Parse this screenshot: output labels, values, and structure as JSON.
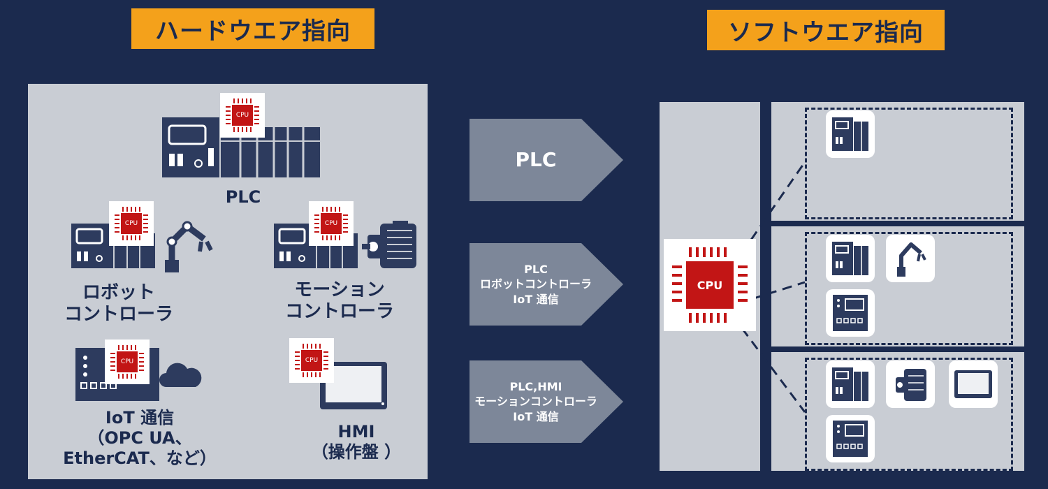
{
  "titles": {
    "hardware": "ハードウエア指向",
    "software": "ソフトウエア指向"
  },
  "chip_label": "CPU",
  "hardware_labels": {
    "plc": "PLC",
    "robot_line1": "ロボット",
    "robot_line2": "コントローラ",
    "motion_line1": "モーション",
    "motion_line2": "コントローラ",
    "iot_line1": "IoT 通信",
    "iot_line2": "（OPC UA、",
    "iot_line3": "EtherCAT、など）",
    "hmi_line1": "HMI",
    "hmi_line2": "（操作盤 ）"
  },
  "arrows": [
    {
      "lines": [
        "PLC"
      ]
    },
    {
      "lines": [
        "PLC",
        "ロボットコントローラ",
        "IoT 通信"
      ]
    },
    {
      "lines": [
        "PLC,HMI",
        "モーションコントローラ",
        "IoT 通信"
      ]
    }
  ],
  "colors": {
    "background": "#1b2a4e",
    "title_bg": "#f4a11b",
    "panel": "#c9cdd4",
    "cpu_red": "#c21515",
    "arrow": "#7d8799"
  }
}
